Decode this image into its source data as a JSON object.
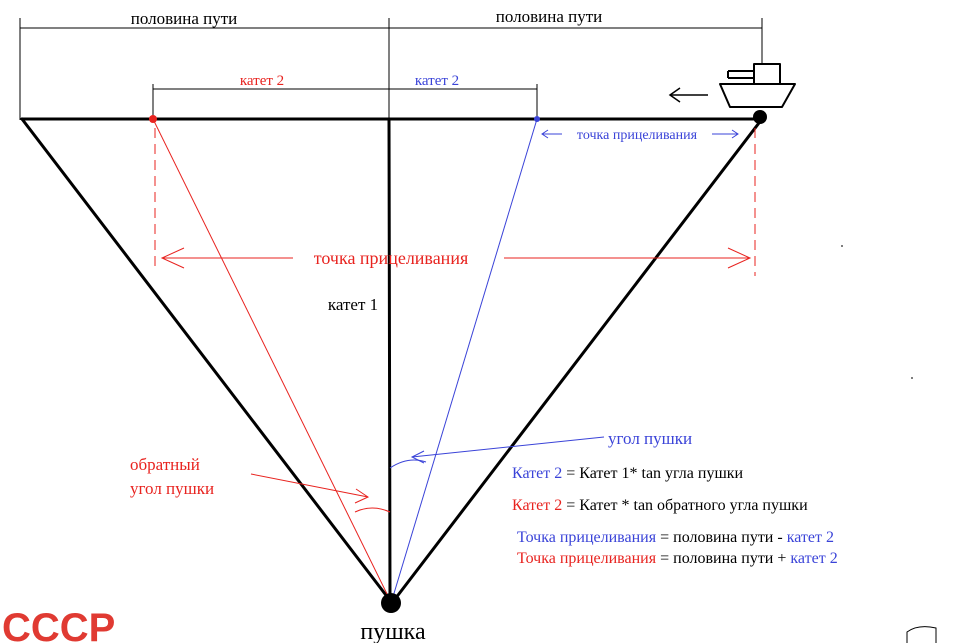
{
  "colors": {
    "black": "#000000",
    "red": "#e8231f",
    "blue": "#3a43d8",
    "stamp_red": "#e03a32"
  },
  "labels": {
    "half_path_left": "половина пути",
    "half_path_right": "половина пути",
    "leg2_red": "катет 2",
    "leg2_blue": "катет 2",
    "aim_point_blue": "точка прицеливания",
    "aim_point_red": "точка прицеливания",
    "leg1": "катет 1",
    "gun_angle": "угол пушки",
    "reverse_angle_line1": "обратный",
    "reverse_angle_line2": "угол пушки",
    "gun": "пушка",
    "stamp": "СССР"
  },
  "formulas": {
    "f1": {
      "colored": "Катет 2",
      "rest": " = Катет 1* tan угла пушки"
    },
    "f2": {
      "colored": "Катет 2",
      "rest": " = Катет * tan обратного угла пушки"
    },
    "f3": {
      "colored": "Точка прицеливания",
      "mid": " = половина пути - ",
      "colored2": "катет 2"
    },
    "f4": {
      "colored": "Точка прицеливания",
      "mid": " = половина пути + ",
      "colored2": "катет 2"
    }
  },
  "icons": {
    "ship": "ship-icon",
    "direction": "arrow-left-icon"
  }
}
